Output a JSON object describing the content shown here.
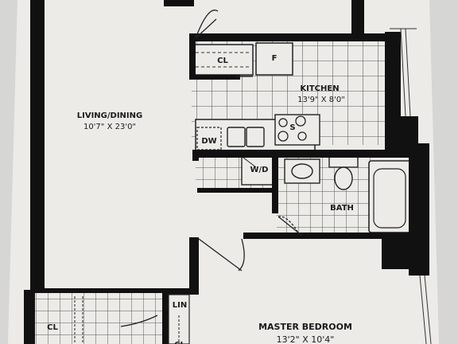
{
  "rooms": {
    "living": {
      "name": "LIVING/DINING",
      "dims": "10'7\" X 23'0\""
    },
    "kitchen": {
      "name": "KITCHEN",
      "dims": "13'9\" X 8'0\""
    },
    "bath": {
      "name": "BATH"
    },
    "bedroom": {
      "name": "MASTER BEDROOM",
      "dims": "13'2\" X 10'4\""
    }
  },
  "fixtures": {
    "closet_top": "CL",
    "fridge": "F",
    "dishwasher": "DW",
    "stove": "S",
    "washer_dryer": "W/D",
    "linen": "LIN",
    "closet_bottom": "CL",
    "closet_bottom_partial": "CL"
  },
  "colors": {
    "paper": "#ecebe8",
    "wall": "#111111",
    "tile": "#555555"
  }
}
